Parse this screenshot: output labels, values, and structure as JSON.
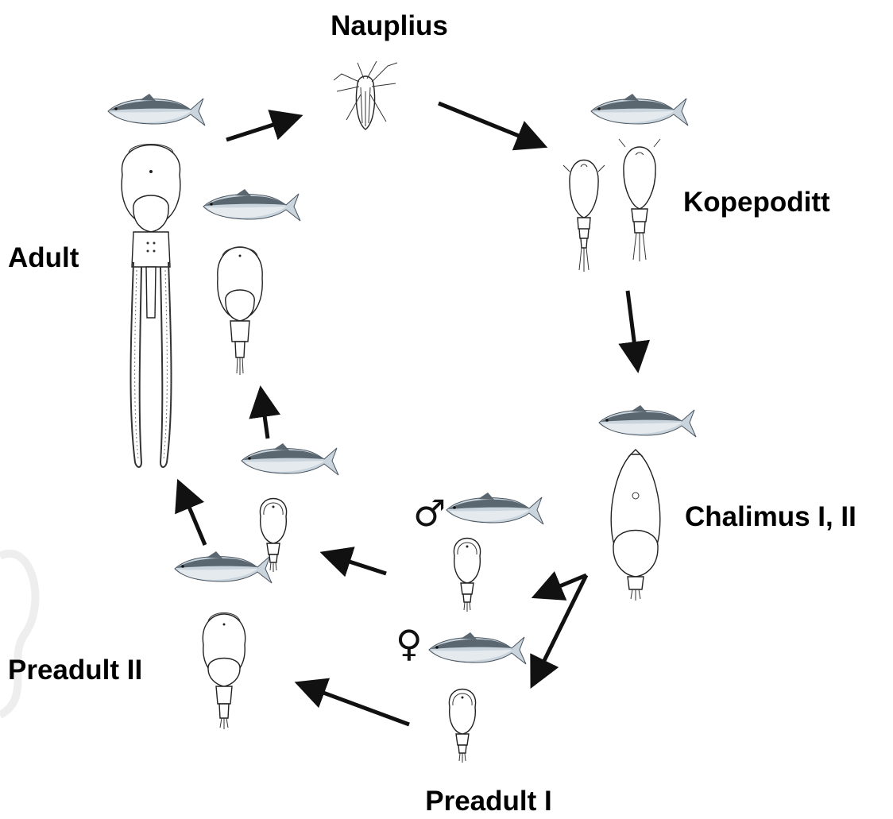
{
  "diagram": {
    "stages": {
      "nauplius": "Nauplius",
      "kopepoditt": "Kopepoditt",
      "chalimus": "Chalimus I, II",
      "preadult1": "Preadult I",
      "preadult2": "Preadult II",
      "adult": "Adult"
    },
    "symbols": {
      "male": "♂",
      "female": "♀"
    },
    "colors": {
      "fish_back": "#5a6670",
      "fish_belly": "#d9e2e8",
      "arrow": "#111111",
      "text": "#000000"
    }
  }
}
